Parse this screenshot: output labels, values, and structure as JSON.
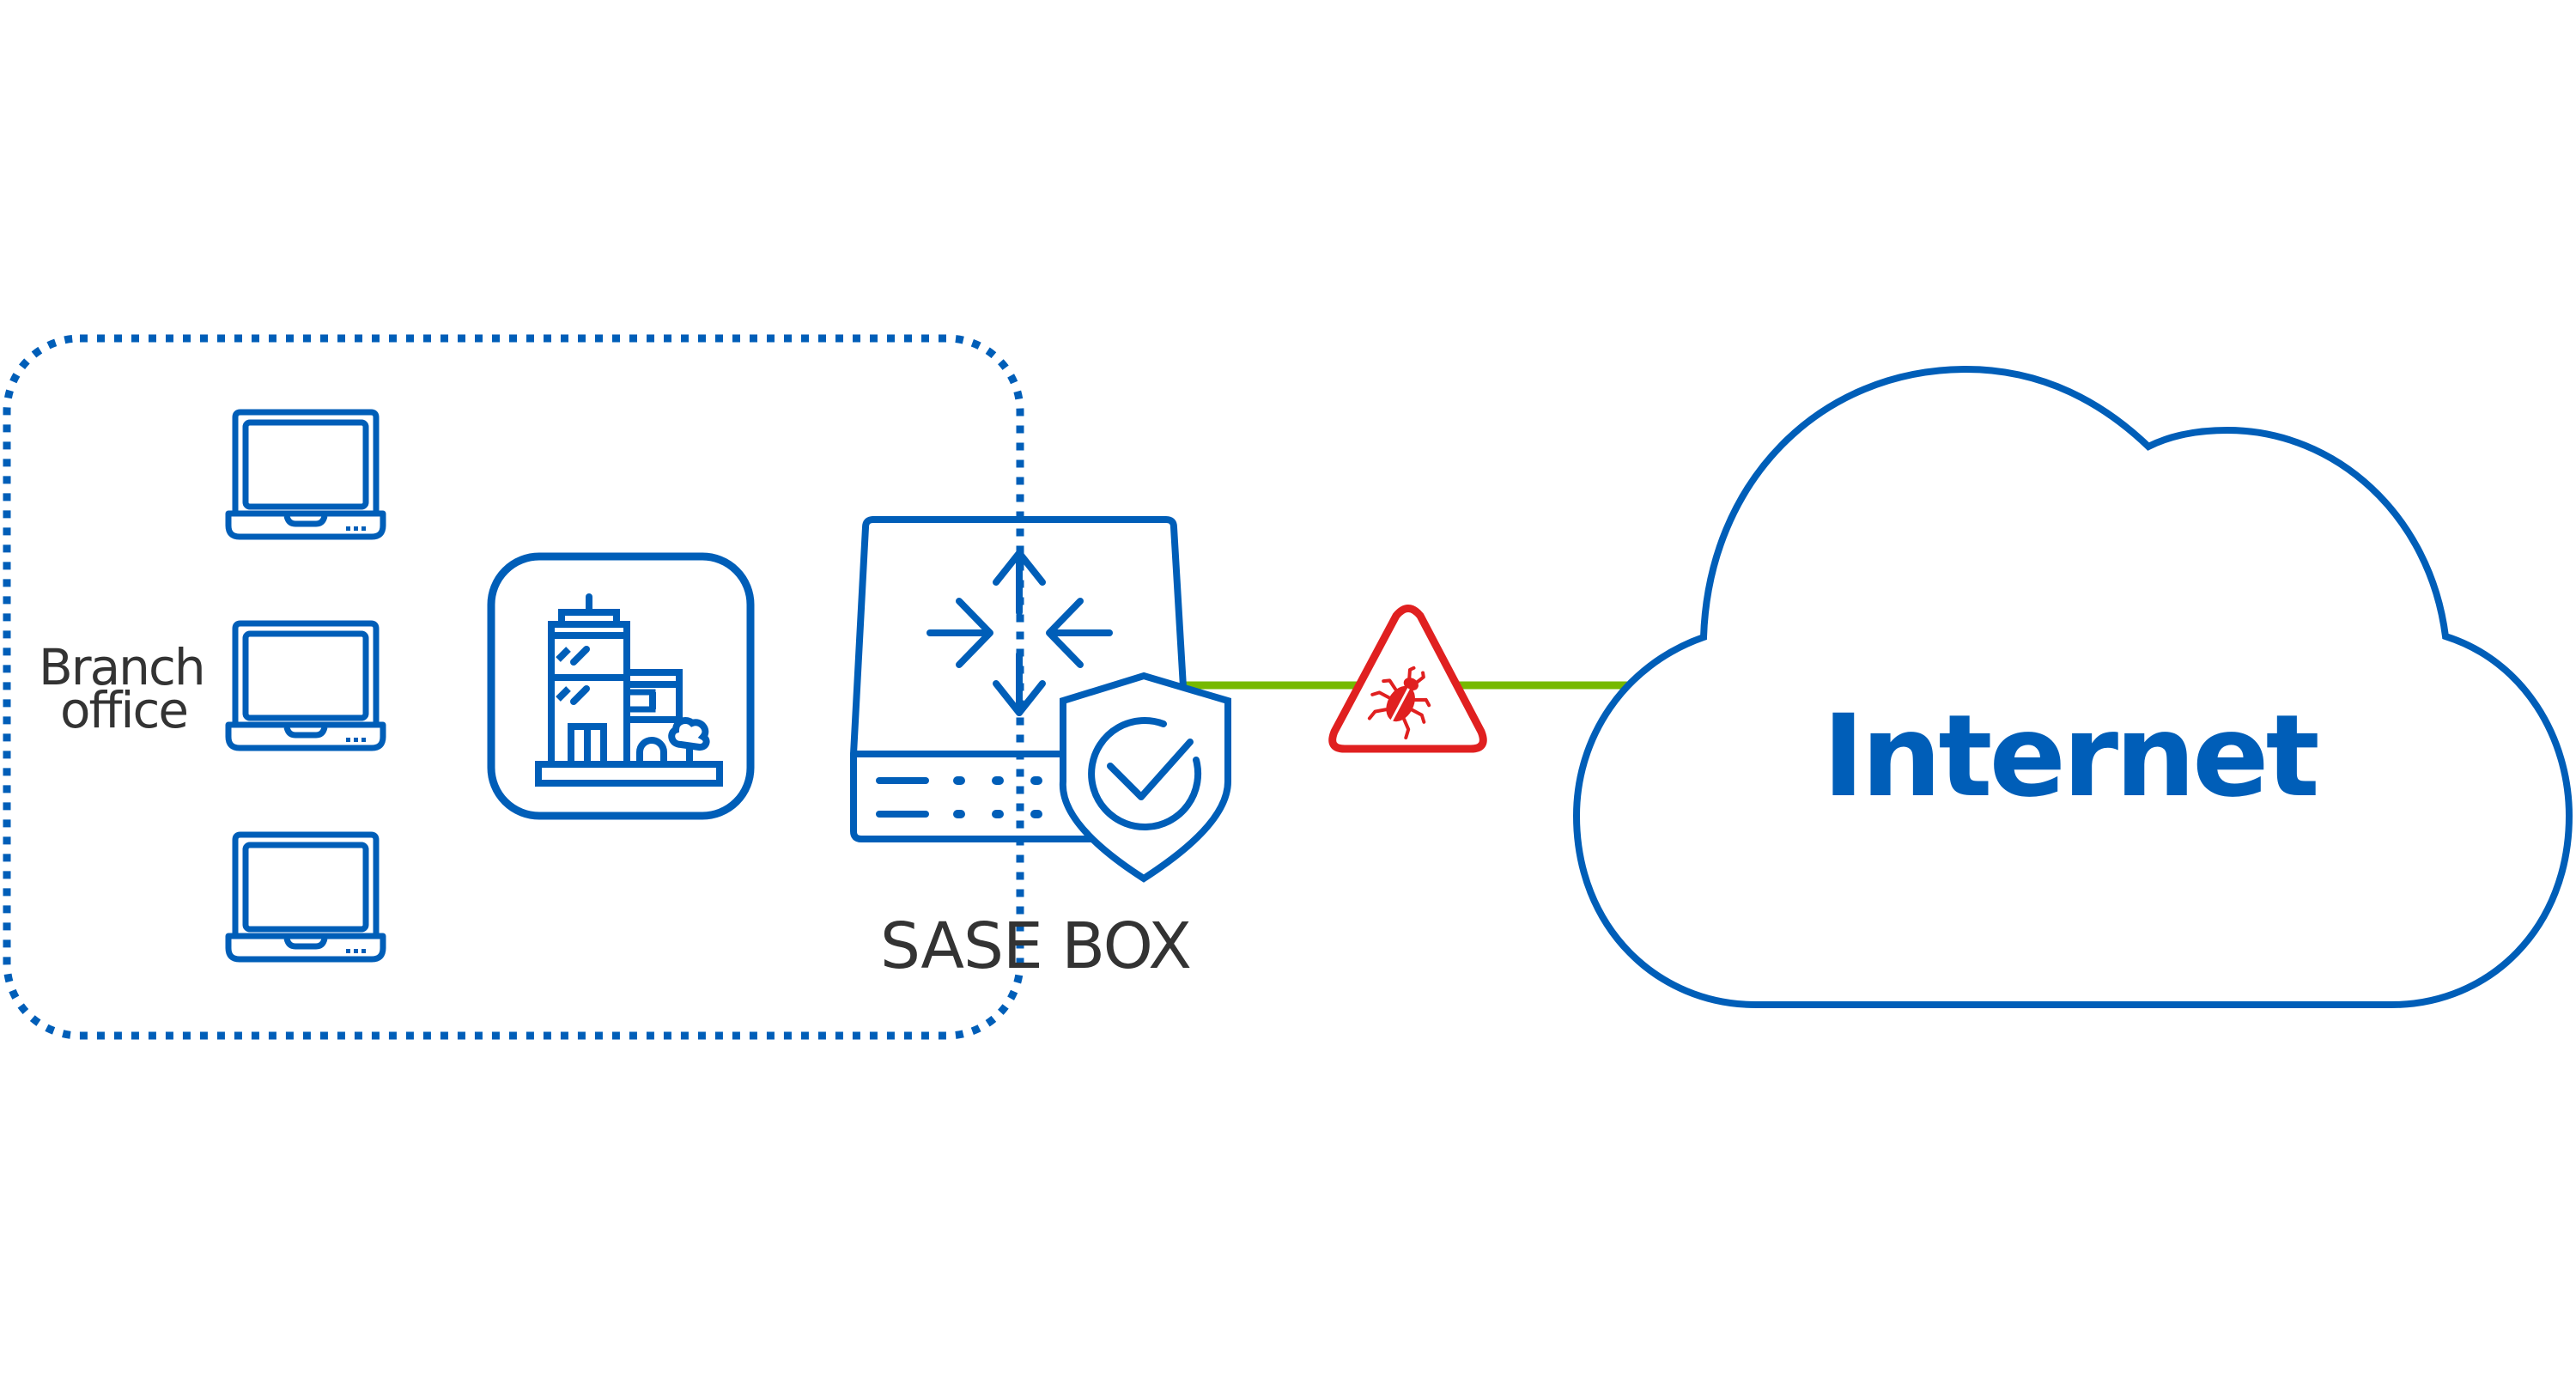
{
  "diagram": {
    "branch_office": {
      "label_line1": "Branch",
      "label_line2": "office",
      "devices": [
        {
          "type": "laptop",
          "icon": "laptop-icon"
        },
        {
          "type": "laptop",
          "icon": "laptop-icon"
        },
        {
          "type": "laptop",
          "icon": "laptop-icon"
        }
      ],
      "building_icon": "office-building-icon",
      "boundary_style": "dotted"
    },
    "sase_box": {
      "label": "SASE BOX",
      "icons": [
        "router-device-icon",
        "shield-check-icon"
      ]
    },
    "connection": {
      "color": "#76B900",
      "threat_icon": "bug-warning-icon",
      "threat_color": "#E02020"
    },
    "cloud": {
      "label": "Internet",
      "icon": "cloud-icon"
    },
    "colors": {
      "primary": "#005EB8",
      "text": "#333333",
      "link": "#76B900",
      "threat": "#E02020",
      "background": "#FFFFFF"
    }
  }
}
